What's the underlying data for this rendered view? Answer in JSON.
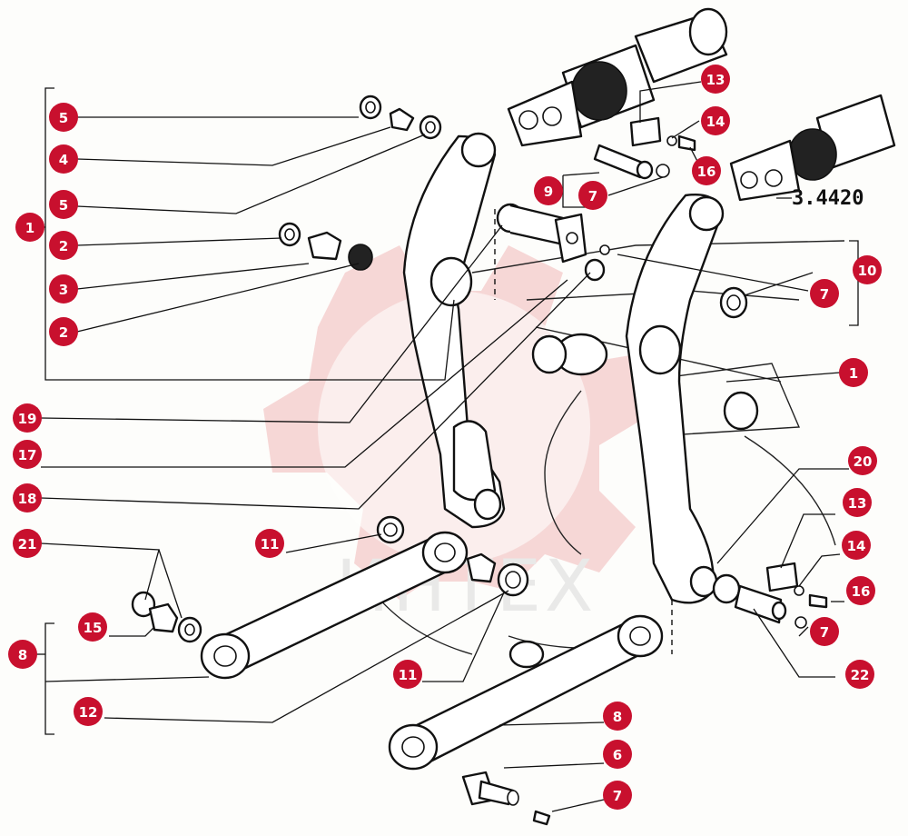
{
  "reference_code": "3.4420",
  "watermark_text": "ИНТЕХ",
  "colors": {
    "callout": "#c8102e",
    "watermark": "#e9a5a5",
    "line": "#111111"
  },
  "callouts": [
    {
      "id": "c1a",
      "label": "1"
    },
    {
      "id": "c5a",
      "label": "5"
    },
    {
      "id": "c4",
      "label": "4"
    },
    {
      "id": "c5b",
      "label": "5"
    },
    {
      "id": "c2a",
      "label": "2"
    },
    {
      "id": "c3",
      "label": "3"
    },
    {
      "id": "c2b",
      "label": "2"
    },
    {
      "id": "c19",
      "label": "19"
    },
    {
      "id": "c17",
      "label": "17"
    },
    {
      "id": "c18",
      "label": "18"
    },
    {
      "id": "c21",
      "label": "21"
    },
    {
      "id": "c15",
      "label": "15"
    },
    {
      "id": "c8a",
      "label": "8"
    },
    {
      "id": "c12",
      "label": "12"
    },
    {
      "id": "c11a",
      "label": "11"
    },
    {
      "id": "c11b",
      "label": "11"
    },
    {
      "id": "c13a",
      "label": "13"
    },
    {
      "id": "c14a",
      "label": "14"
    },
    {
      "id": "c16a",
      "label": "16"
    },
    {
      "id": "c9",
      "label": "9"
    },
    {
      "id": "c7a",
      "label": "7"
    },
    {
      "id": "c10",
      "label": "10"
    },
    {
      "id": "c7b",
      "label": "7"
    },
    {
      "id": "c1b",
      "label": "1"
    },
    {
      "id": "c20",
      "label": "20"
    },
    {
      "id": "c13b",
      "label": "13"
    },
    {
      "id": "c14b",
      "label": "14"
    },
    {
      "id": "c16b",
      "label": "16"
    },
    {
      "id": "c7c",
      "label": "7"
    },
    {
      "id": "c22",
      "label": "22"
    },
    {
      "id": "c8b",
      "label": "8"
    },
    {
      "id": "c6",
      "label": "6"
    },
    {
      "id": "c7d",
      "label": "7"
    }
  ]
}
